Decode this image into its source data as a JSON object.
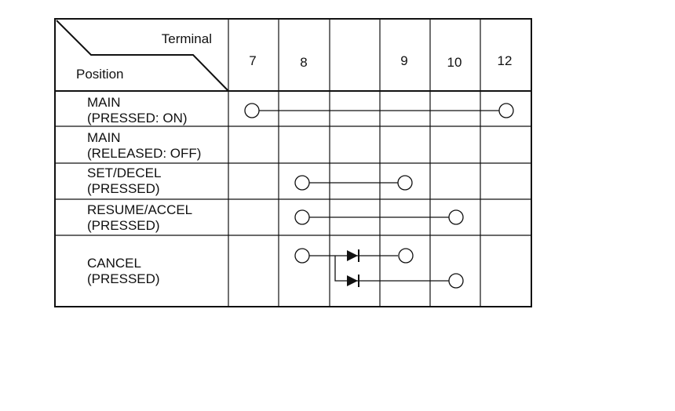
{
  "header": {
    "terminal_label": "Terminal",
    "position_label": "Position"
  },
  "columns": [
    {
      "id": "c7",
      "label": "7"
    },
    {
      "id": "c8",
      "label": "8"
    },
    {
      "id": "cblank",
      "label": ""
    },
    {
      "id": "c9",
      "label": "9"
    },
    {
      "id": "c10",
      "label": "10"
    },
    {
      "id": "c12",
      "label": "12"
    }
  ],
  "rows": [
    {
      "line1": "MAIN",
      "line2": "(PRESSED: ON)"
    },
    {
      "line1": "MAIN",
      "line2": "(RELEASED: OFF)"
    },
    {
      "line1": "SET/DECEL",
      "line2": "(PRESSED)"
    },
    {
      "line1": "RESUME/ACCEL",
      "line2": "(PRESSED)"
    },
    {
      "line1": "CANCEL",
      "line2": "(PRESSED)"
    }
  ],
  "connections": [
    {
      "row": 0,
      "from": "c7",
      "to": "c12",
      "diode": false
    },
    {
      "row": 2,
      "from": "c8",
      "to": "c9",
      "diode": false
    },
    {
      "row": 3,
      "from": "c8",
      "to": "c10",
      "diode": false
    },
    {
      "row": 4,
      "from": "c8",
      "to": "c9",
      "diode": true,
      "branch": "upper"
    },
    {
      "row": 4,
      "from": "c8",
      "to": "c10",
      "diode": true,
      "branch": "lower"
    }
  ]
}
